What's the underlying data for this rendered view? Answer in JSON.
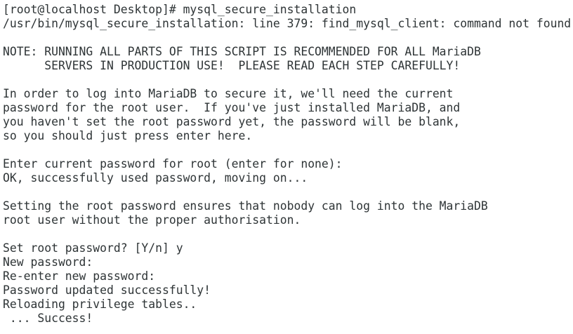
{
  "terminal": {
    "app": "gnome-terminal-output",
    "colors": {
      "background": "#ffffff",
      "foreground": "#2e3436"
    },
    "command": "mysql_secure_installation",
    "prompt": "[root@localhost Desktop]#",
    "lines": [
      "[root@localhost Desktop]# mysql_secure_installation",
      "/usr/bin/mysql_secure_installation: line 379: find_mysql_client: command not found",
      "",
      "NOTE: RUNNING ALL PARTS OF THIS SCRIPT IS RECOMMENDED FOR ALL MariaDB",
      "      SERVERS IN PRODUCTION USE!  PLEASE READ EACH STEP CAREFULLY!",
      "",
      "In order to log into MariaDB to secure it, we'll need the current",
      "password for the root user.  If you've just installed MariaDB, and",
      "you haven't set the root password yet, the password will be blank,",
      "so you should just press enter here.",
      "",
      "Enter current password for root (enter for none):",
      "OK, successfully used password, moving on...",
      "",
      "Setting the root password ensures that nobody can log into the MariaDB",
      "root user without the proper authorisation.",
      "",
      "Set root password? [Y/n] y",
      "New password:",
      "Re-enter new password:",
      "Password updated successfully!",
      "Reloading privilege tables..",
      " ... Success!"
    ]
  }
}
